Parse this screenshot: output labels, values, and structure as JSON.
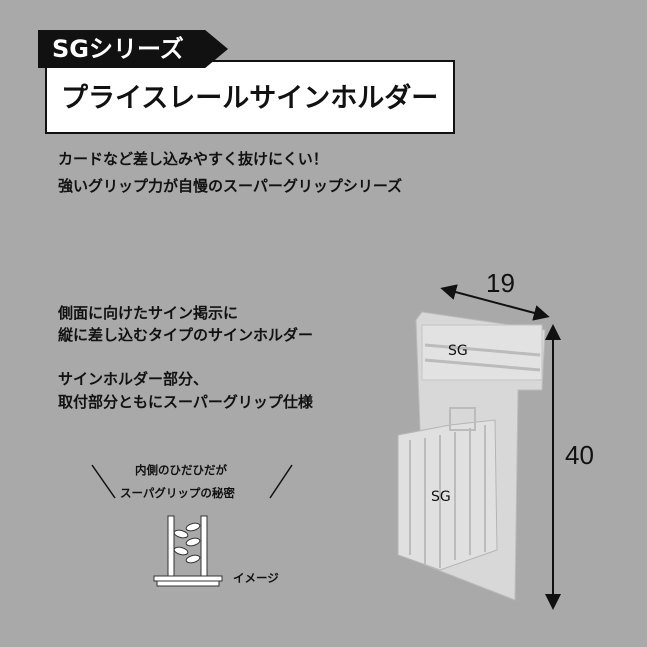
{
  "series_tab": "SGシリーズ",
  "title": "プライスレールサインホルダー",
  "tagline": [
    "カードなど差し込みやすく抜けにくい！",
    "強いグリップ力が自慢のスーパーグリップシリーズ"
  ],
  "description": [
    "側面に向けたサイン掲示に",
    "縦に差し込むタイプのサインホルダー",
    "サインホルダー部分、",
    "取付部分ともにスーパーグリップ仕様"
  ],
  "diagram": {
    "caption": [
      "内側のひだひだが",
      "スーパグリップの秘密"
    ],
    "image_label": "イメージ"
  },
  "product": {
    "width": "19",
    "height": "40",
    "mark_top": "SG",
    "mark_bottom": "SG"
  }
}
